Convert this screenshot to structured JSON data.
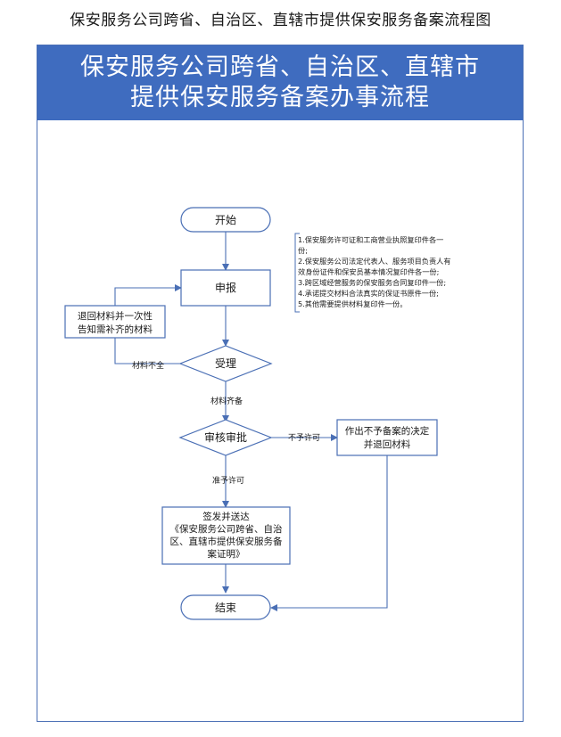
{
  "page_title": "保安服务公司跨省、自治区、直辖市提供保安服务备案流程图",
  "banner": {
    "line1": "保安服务公司跨省、自治区、直辖市",
    "line2": "提供保安服务备案办事流程"
  },
  "nodes": {
    "start": "开始",
    "apply": "申报",
    "return_materials": [
      "退回材料并一次性",
      "告知需补齐的材料"
    ],
    "accept": "受理",
    "review": "审核审批",
    "reject_decision": [
      "作出不予备案的决定",
      "并退回材料"
    ],
    "issue": [
      "签发并送达",
      "《保安服务公司跨省、自治",
      "区、直辖市提供保安服务备",
      "案证明》"
    ],
    "end": "结束"
  },
  "edge_labels": {
    "incomplete": "材料不全",
    "complete": "材料齐备",
    "not_approved": "不予许可",
    "approved": "准予许可"
  },
  "requirements_note": [
    "1.保安服务许可证和工商营业执照复印件各一",
    "份;",
    "2.保安服务公司法定代表人、服务项目负责人有",
    "效身份证件和保安员基本情况复印件各一份;",
    "3.跨区域经营服务的保安服务合同复印件一份;",
    "4.承诺提交材料合法真实的保证书原件一份;",
    "5.其他需要提供材料复印件一份。"
  ],
  "colors": {
    "banner": "#3f6cbf",
    "stroke": "#4a6fb5",
    "arrow": "#4a6fb5"
  }
}
